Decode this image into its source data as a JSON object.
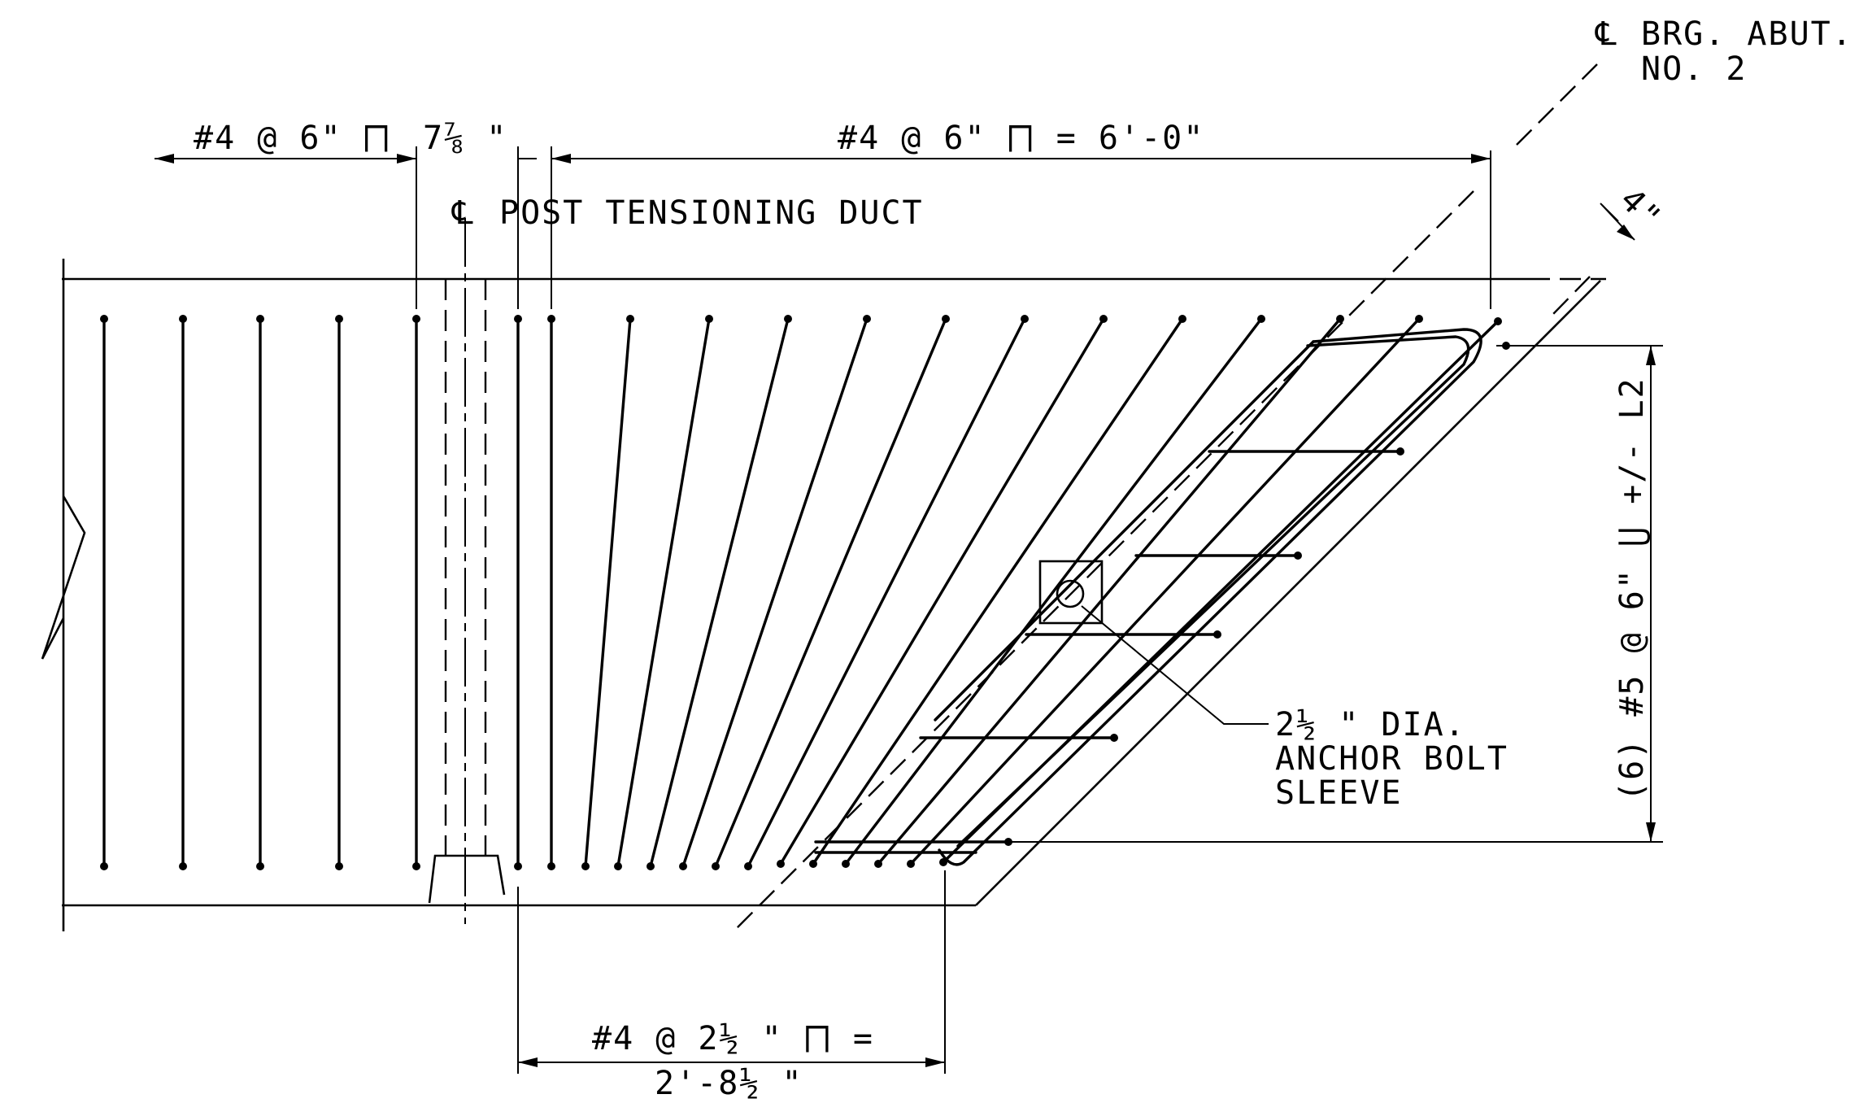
{
  "labels": {
    "brg_cl": "℄",
    "brg_line1": "BRG. ABUT.",
    "brg_line2": "NO. 2",
    "left_spacing": "#4 @ 6\" ⨅",
    "gap": "7⅞ \"",
    "right_spacing": "#4 @ 6\" ⨅ = 6'-0\"",
    "duct_cl": "℄",
    "duct": "POST TENSIONING DUCT",
    "dim_4": "4\"",
    "vertical_bars": "(6) #5 @ 6\" ⋃ +/- L2",
    "bolt_line1": "2½ \" DIA.",
    "bolt_line2": "ANCHOR BOLT",
    "bolt_line3": "SLEEVE",
    "bottom_line1": "#4 @ 2½ \" ⨅ =",
    "bottom_line2": "2'-8½ \""
  }
}
